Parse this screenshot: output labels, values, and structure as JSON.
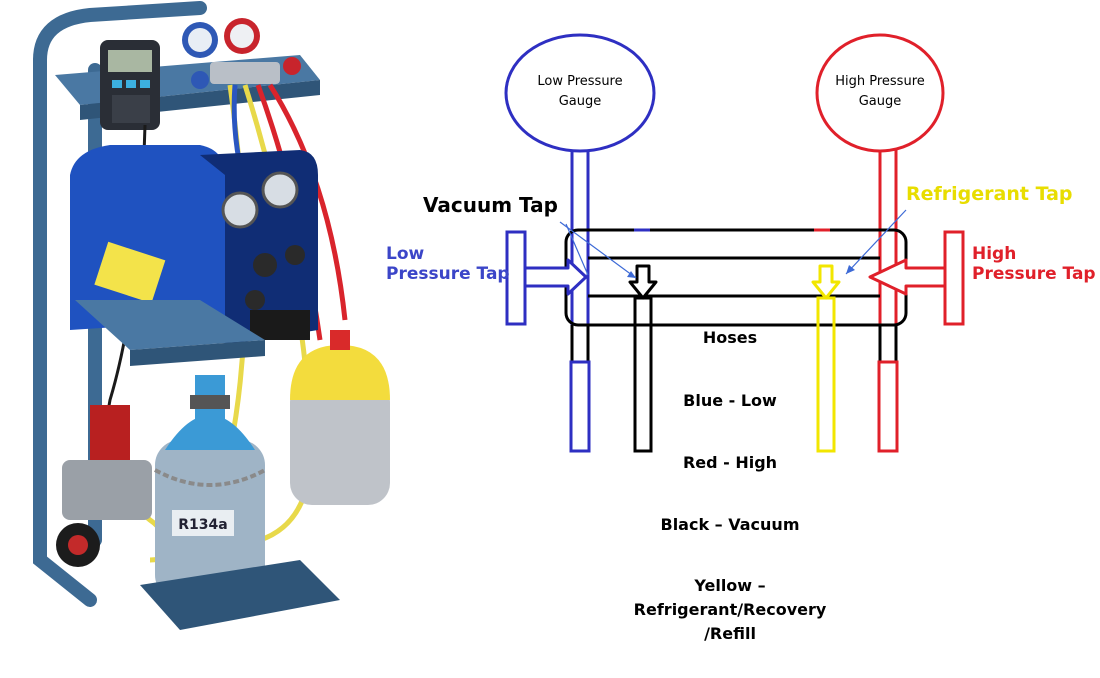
{
  "photo": {
    "cylinder_label": "R134a"
  },
  "gauges": {
    "low": {
      "line1": "Low Pressure",
      "line2": "Gauge"
    },
    "high": {
      "line1": "High Pressure",
      "line2": "Gauge"
    }
  },
  "taps": {
    "vacuum": "Vacuum Tap",
    "refrigerant": "Refrigerant Tap",
    "low": {
      "line1": "Low",
      "line2": "Pressure Tap"
    },
    "high": {
      "line1": "High",
      "line2": "Pressure Tap"
    }
  },
  "legend": {
    "title": "Hoses",
    "blue": "Blue - Low",
    "red": "Red - High",
    "black": "Black – Vacuum",
    "yellow_line1": "Yellow –",
    "yellow_line2": "Refrigerant/Recovery",
    "yellow_line3": "/Refill"
  },
  "colors": {
    "low": "#2e2fc2",
    "high": "#e0202a",
    "vacuum": "#000000",
    "refrigerant": "#f2e600",
    "unit_blue": "#1f52c0",
    "cart": "#3d6a93"
  }
}
